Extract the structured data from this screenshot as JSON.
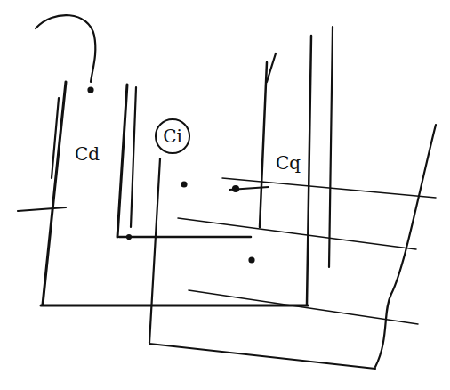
{
  "diagram": {
    "nodes": [
      {
        "text": [
          "Ci"
        ]
      }
    ],
    "labels": [
      "Cd",
      "Cq"
    ]
  }
}
